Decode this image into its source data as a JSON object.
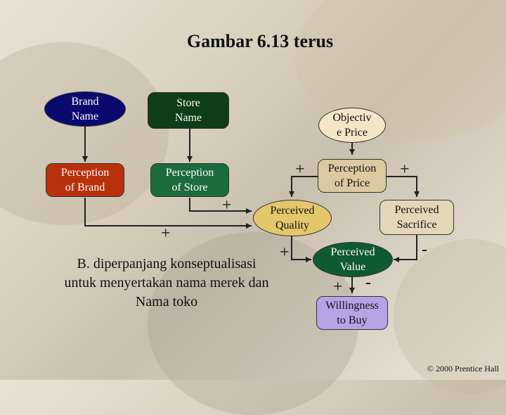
{
  "slide": {
    "title": "Gambar 6.13 terus",
    "note": "B. diperpanjang konseptualisasi\nuntuk menyertakan nama merek dan\nNama toko",
    "copyright": "© 2000 Prentice Hall"
  },
  "nodes": {
    "brand_name": "Brand\nName",
    "store_name": "Store\nName",
    "objective_price": "Objectiv\ne Price",
    "perception_brand": "Perception\nof Brand",
    "perception_store": "Perception\nof Store",
    "perception_price": "Perception\nof Price",
    "perceived_quality": "Perceived\nQuality",
    "perceived_sacrifice": "Perceived\nSacrifice",
    "perceived_value": "Perceived\nValue",
    "willingness_to_buy": "Willingness\nto Buy"
  },
  "signs": {
    "price_to_perception": "+",
    "perception_price_to_sacrifice": "+",
    "store_to_quality": "+",
    "brand_to_quality": "+",
    "quality_to_value": "+",
    "sacrifice_to_value": "-",
    "value_to_willingness_plus": "+",
    "value_to_willingness_minus": "-"
  },
  "colors": {
    "brand_name": "#0a0a6e",
    "store_name": "#0f3d17",
    "objective_price": "#f2e6c6",
    "perception_brand": "#b8300c",
    "perception_store": "#1c6b3c",
    "perception_price": "#dcc9a0",
    "perceived_quality": "#e4c76a",
    "perceived_sacrifice": "#e3d7b8",
    "perceived_value": "#0f5a30",
    "willingness_to_buy": "#b7a2e6"
  }
}
